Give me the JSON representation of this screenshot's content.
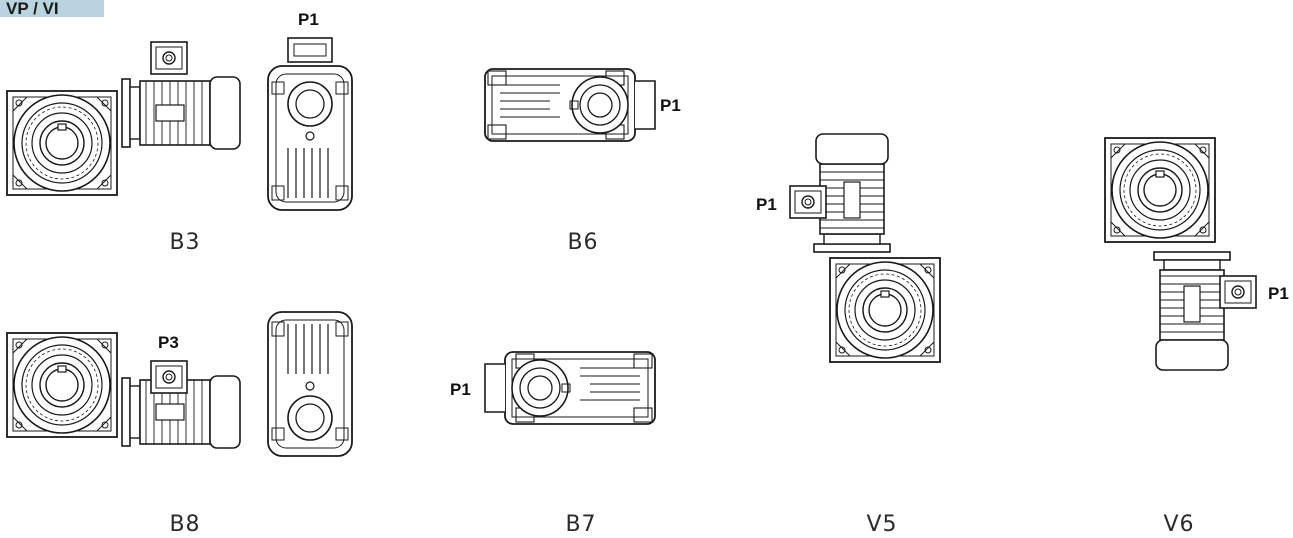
{
  "header": {
    "tag": "VP / VI",
    "tag_color": "#b9d3df"
  },
  "positions": [
    {
      "code": "B3",
      "port": "P1"
    },
    {
      "code": "B6",
      "port": "P1"
    },
    {
      "code": "B8",
      "port": "P3"
    },
    {
      "code": "B7",
      "port": "P1"
    },
    {
      "code": "V5",
      "port": "P1"
    },
    {
      "code": "V6",
      "port": "P1"
    }
  ],
  "style": {
    "line_color": "#1a1a1a",
    "fill_color": "#ffffff"
  }
}
